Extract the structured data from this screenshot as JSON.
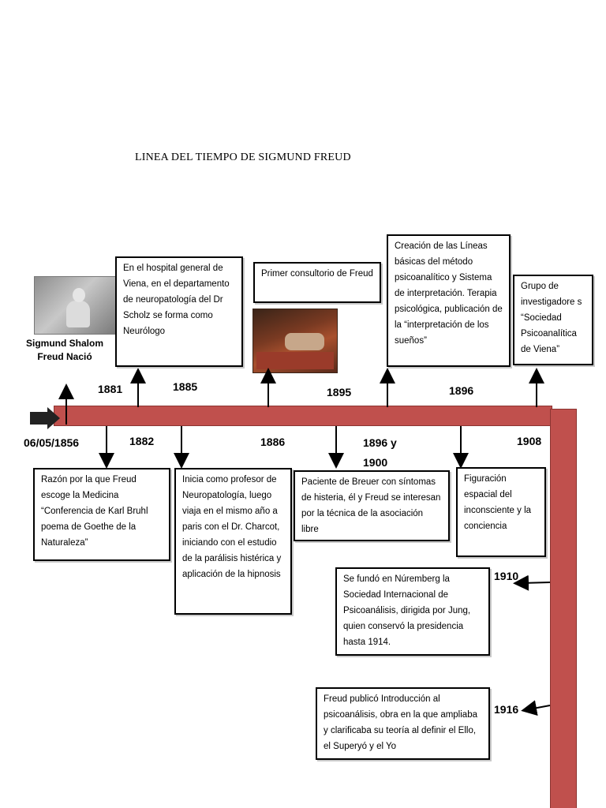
{
  "title": "LINEA DEL TIEMPO DE SIGMUND FREUD",
  "colors": {
    "timeline": "#c0504d"
  },
  "caption": "Sigmund Shalom Freud Nació",
  "above": [
    {
      "year": "1881",
      "text": ""
    },
    {
      "year": "",
      "text": "En el hospital general de Viena, en el departamento de neuropatología del Dr Scholz se forma como Neurólogo"
    },
    {
      "year": "1885",
      "text": ""
    },
    {
      "year": "",
      "text": "Primer consultorio de Freud"
    },
    {
      "year": "1895",
      "text": "Creación de las Líneas básicas del método psicoanalítico y Sistema de interpretación. Terapia psicológica, publicación de la “interpretación de los sueños”"
    },
    {
      "year": "1896",
      "text": "Grupo de investigadore s “Sociedad Psicoanalítica de Viena”"
    }
  ],
  "below": [
    {
      "year": "06/05/1856",
      "text": ""
    },
    {
      "year": "1882",
      "text": "Razón por la que Freud escoge la Medicina “Conferencia de Karl Bruhl poema de Goethe de la Naturaleza”"
    },
    {
      "year": "1886",
      "text": "Inicia como profesor de Neuropatología, luego viaja en el mismo año a paris con el Dr. Charcot, iniciando con el estudio de la parálisis histérica y aplicación de la hipnosis"
    },
    {
      "year": "1896 y 1900",
      "text": "Paciente de Breuer con síntomas de histeria, él y Freud se interesan por la técnica de la asociación libre"
    },
    {
      "year": "1908",
      "text": "Figuración espacial del inconsciente y la conciencia"
    }
  ],
  "right": [
    {
      "year": "1910",
      "text": "Se fundó en Núremberg la Sociedad Internacional de Psicoanálisis, dirigida por Jung, quien conservó la presidencia hasta 1914."
    },
    {
      "year": "1916",
      "text": "Freud publicó Introducción al psicoanálisis, obra en la que ampliaba y clarificaba su teoría al definir el Ello, el Superyó y el Yo"
    }
  ],
  "icons": {
    "photo1": "baby-photo",
    "photo2": "consulting-room-photo",
    "start": "start-arrow-icon"
  }
}
